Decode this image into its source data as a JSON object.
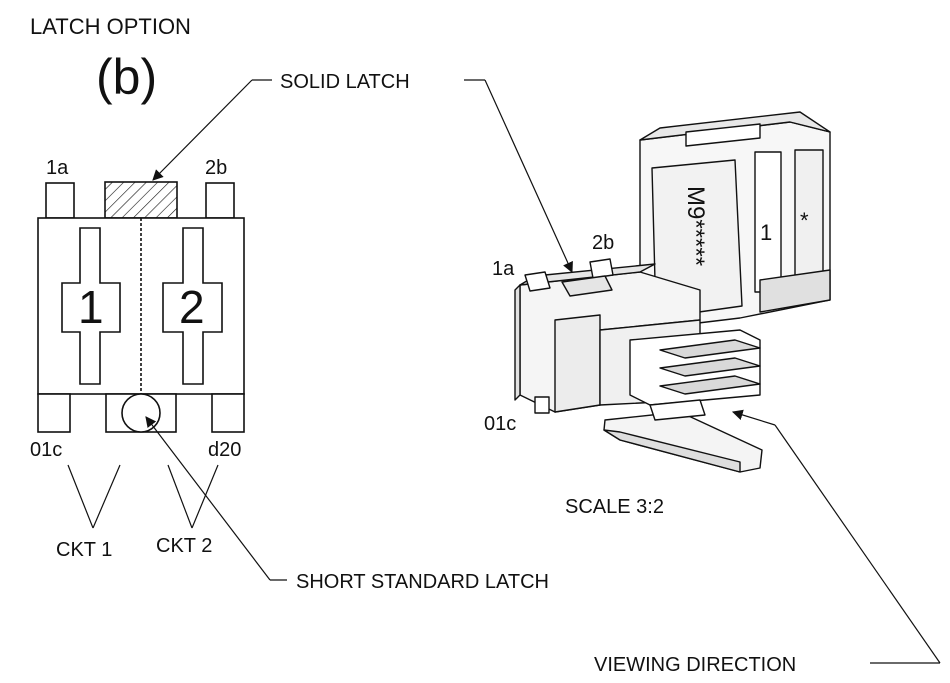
{
  "header": {
    "title": "LATCH OPTION",
    "option": "(b)"
  },
  "labels": {
    "solid_latch": "SOLID LATCH",
    "short_standard_latch": "SHORT STANDARD LATCH",
    "viewing_direction": "VIEWING DIRECTION",
    "scale": "SCALE 3:2"
  },
  "front_view": {
    "pin_1a": "1a",
    "pin_2b": "2b",
    "pin_01c": "01c",
    "pin_d20": "d20",
    "circuit_1_number": "1",
    "circuit_2_number": "2",
    "ckt1": "CKT 1",
    "ckt2": "CKT 2"
  },
  "iso_view": {
    "pin_1a": "1a",
    "pin_2b": "2b",
    "pin_01c": "01c",
    "body_marking": "M9*****",
    "side_number": "1",
    "side_star": "*"
  },
  "colors": {
    "line": "#111111",
    "part_fill": "#f7f7f7",
    "shade": "#d9d9d9"
  }
}
